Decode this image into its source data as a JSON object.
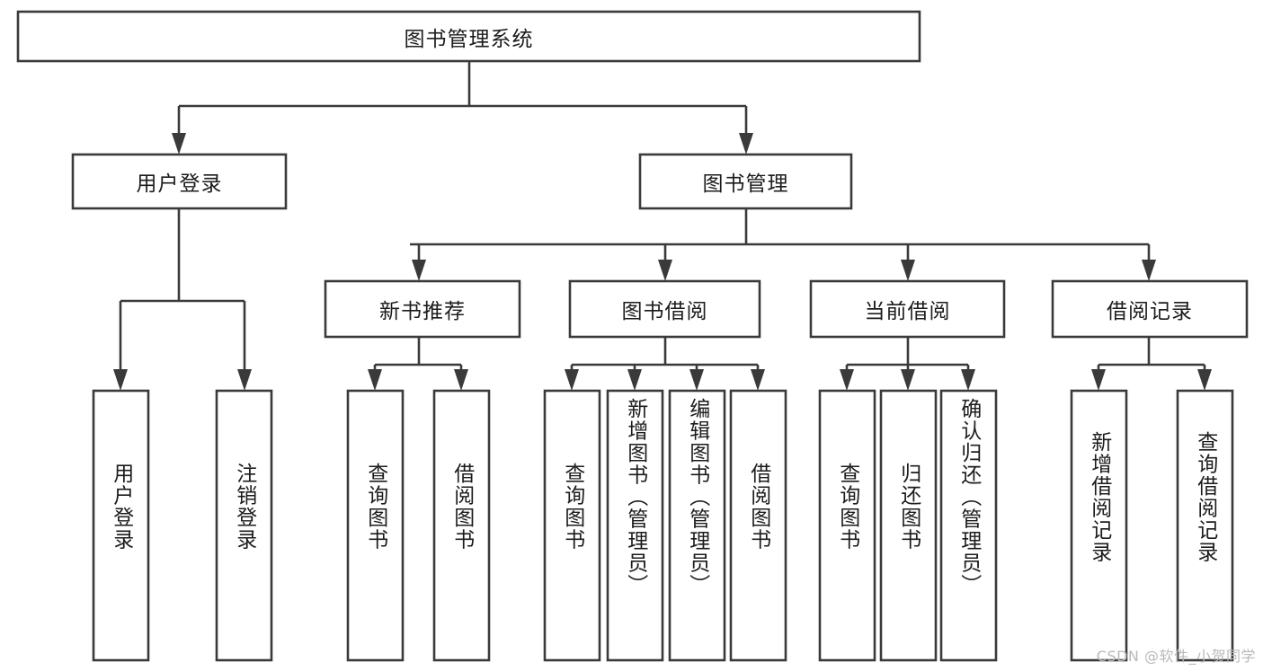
{
  "diagram": {
    "type": "tree",
    "title": "图书管理系统",
    "orientation": "top-down",
    "colors": {
      "stroke": "#3a3a3a",
      "box_fill": "#ffffff",
      "text": "#1c1c1c",
      "background": "#ffffff",
      "watermark": "#b9b9b9"
    },
    "levels": {
      "root": "图书管理系统",
      "level1": [
        "用户登录",
        "图书管理"
      ],
      "level2": [
        "新书推荐",
        "图书借阅",
        "当前借阅",
        "借阅记录"
      ]
    },
    "nodes": {
      "root": {
        "label": "图书管理系统",
        "orientation": "horizontal"
      },
      "user_login": {
        "label": "用户登录",
        "orientation": "horizontal"
      },
      "book_manage": {
        "label": "图书管理",
        "orientation": "horizontal"
      },
      "new_book_rec": {
        "label": "新书推荐",
        "orientation": "horizontal"
      },
      "book_borrow": {
        "label": "图书借阅",
        "orientation": "horizontal"
      },
      "current_borrow": {
        "label": "当前借阅",
        "orientation": "horizontal"
      },
      "borrow_record": {
        "label": "借阅记录",
        "orientation": "horizontal"
      },
      "leaf_user_login": {
        "label": "用户登录",
        "orientation": "vertical"
      },
      "leaf_logout": {
        "label": "注销登录",
        "orientation": "vertical"
      },
      "leaf_query_book_1": {
        "label": "查询图书",
        "orientation": "vertical"
      },
      "leaf_borrow_book_1": {
        "label": "借阅图书",
        "orientation": "vertical"
      },
      "leaf_query_book_2": {
        "label": "查询图书",
        "orientation": "vertical"
      },
      "leaf_add_book": {
        "label": "新增图书（管理员）",
        "orientation": "vertical"
      },
      "leaf_edit_book": {
        "label": "编辑图书（管理员）",
        "orientation": "vertical"
      },
      "leaf_borrow_book_2": {
        "label": "借阅图书",
        "orientation": "vertical"
      },
      "leaf_query_book_3": {
        "label": "查询图书",
        "orientation": "vertical"
      },
      "leaf_return_book": {
        "label": "归还图书",
        "orientation": "vertical"
      },
      "leaf_confirm_return": {
        "label": "确认归还（管理员）",
        "orientation": "vertical"
      },
      "leaf_add_record": {
        "label": "新增借阅记录",
        "orientation": "vertical"
      },
      "leaf_query_record": {
        "label": "查询借阅记录",
        "orientation": "vertical"
      }
    },
    "edges": [
      {
        "from": "图书管理系统",
        "to": "用户登录"
      },
      {
        "from": "图书管理系统",
        "to": "图书管理"
      },
      {
        "from": "用户登录",
        "to": "用户登录"
      },
      {
        "from": "用户登录",
        "to": "注销登录"
      },
      {
        "from": "图书管理",
        "to": "新书推荐"
      },
      {
        "from": "图书管理",
        "to": "图书借阅"
      },
      {
        "from": "图书管理",
        "to": "当前借阅"
      },
      {
        "from": "图书管理",
        "to": "借阅记录"
      },
      {
        "from": "新书推荐",
        "to": "查询图书"
      },
      {
        "from": "新书推荐",
        "to": "借阅图书"
      },
      {
        "from": "图书借阅",
        "to": "查询图书"
      },
      {
        "from": "图书借阅",
        "to": "新增图书（管理员）"
      },
      {
        "from": "图书借阅",
        "to": "编辑图书（管理员）"
      },
      {
        "from": "图书借阅",
        "to": "借阅图书"
      },
      {
        "from": "当前借阅",
        "to": "查询图书"
      },
      {
        "from": "当前借阅",
        "to": "归还图书"
      },
      {
        "from": "当前借阅",
        "to": "确认归还（管理员）"
      },
      {
        "from": "借阅记录",
        "to": "新增借阅记录"
      },
      {
        "from": "借阅记录",
        "to": "查询借阅记录"
      }
    ]
  },
  "watermark": {
    "text": "CSDN @软件_小贺同学"
  }
}
